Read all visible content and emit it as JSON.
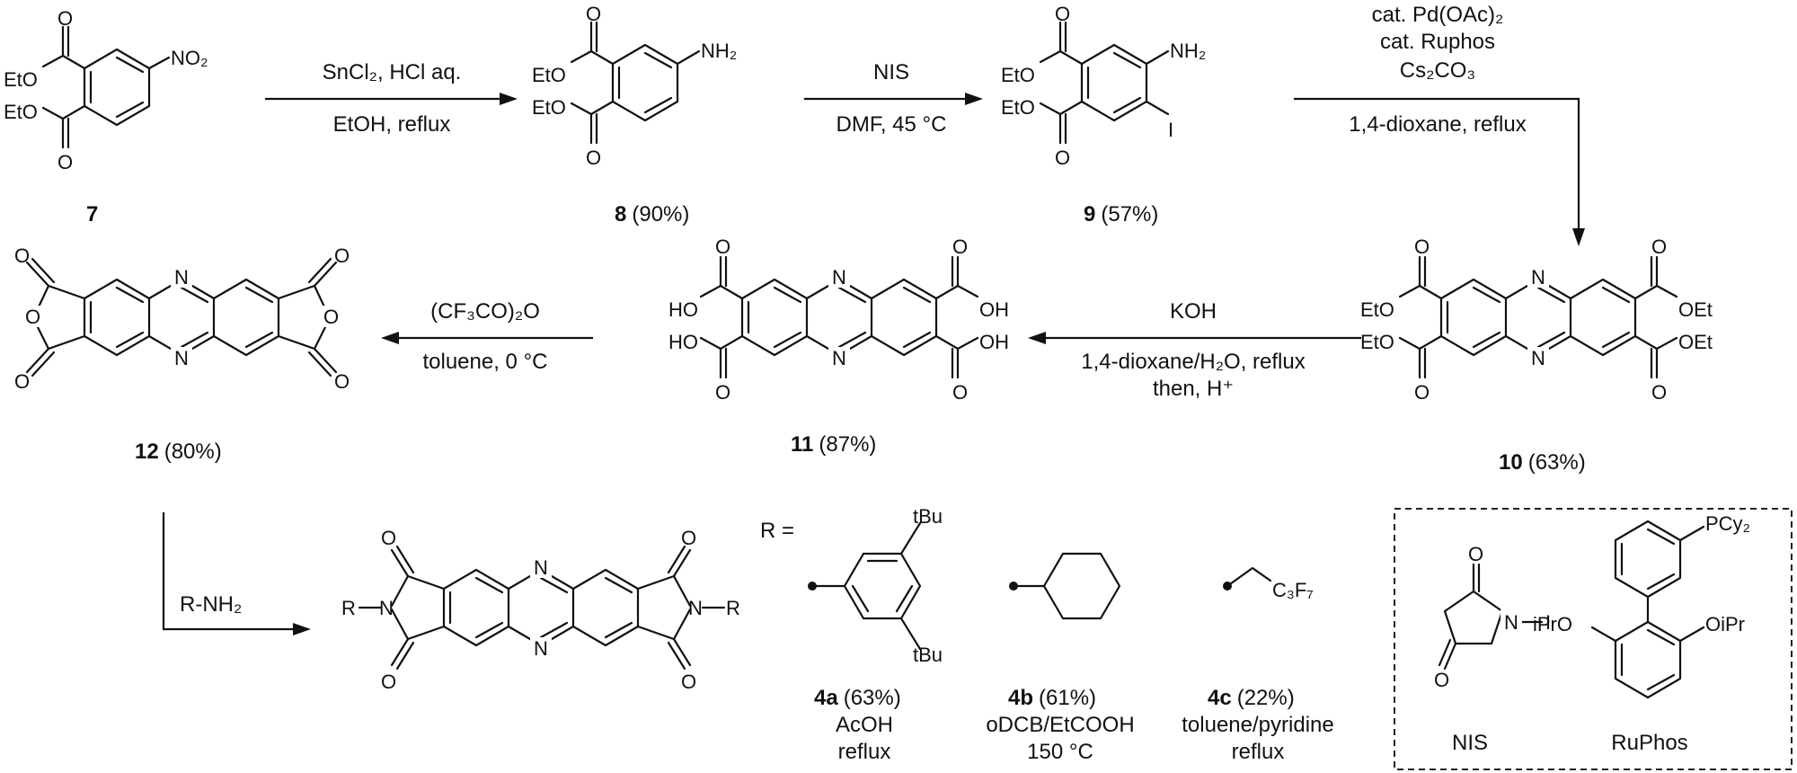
{
  "compounds": {
    "c7": {
      "num": "7"
    },
    "c8": {
      "num": "8",
      "yield": "(90%)"
    },
    "c9": {
      "num": "9",
      "yield": "(57%)"
    },
    "c10": {
      "num": "10",
      "yield": "(63%)"
    },
    "c11": {
      "num": "11",
      "yield": "(87%)"
    },
    "c12": {
      "num": "12",
      "yield": "(80%)"
    }
  },
  "steps": {
    "s1": {
      "above": "SnCl₂, HCl aq.",
      "below": "EtOH, reflux"
    },
    "s2": {
      "above": "NIS",
      "below": "DMF, 45 °C"
    },
    "s3": {
      "line1": "cat. Pd(OAc)₂",
      "line2": "cat. Ruphos",
      "line3": "Cs₂CO₃",
      "below": "1,4-dioxane, reflux"
    },
    "s4": {
      "above": "KOH",
      "below1": "1,4-dioxane/H₂O, reflux",
      "below2": "then, H⁺"
    },
    "s5": {
      "above": "(CF₃CO)₂O",
      "below": "toluene, 0 °C"
    },
    "s6": {
      "label": "R-NH₂"
    }
  },
  "r_def": "R =",
  "products": {
    "p4a": {
      "num": "4a",
      "yield": "(63%)",
      "cond1": "AcOH",
      "cond2": "reflux"
    },
    "p4b": {
      "num": "4b",
      "yield": "(61%)",
      "cond1": "oDCB/EtCOOH",
      "cond2": "150 °C"
    },
    "p4c": {
      "num": "4c",
      "yield": "(22%)",
      "cond1": "toluene/pyridine",
      "cond2": "reflux"
    }
  },
  "reagents": {
    "nis": "NIS",
    "ruphos": "RuPhos"
  },
  "atoms": {
    "o": "O",
    "eto": "EtO",
    "oet": "OEt",
    "no2": "NO₂",
    "nh2": "NH₂",
    "i": "I",
    "n": "N",
    "ho": "HO",
    "oh": "OH",
    "r": "R",
    "tbu": "tBu",
    "c3f7": "C₃F₇",
    "pcy2": "PCy₂",
    "ipro": "iPrO",
    "oipr": "OiPr"
  }
}
